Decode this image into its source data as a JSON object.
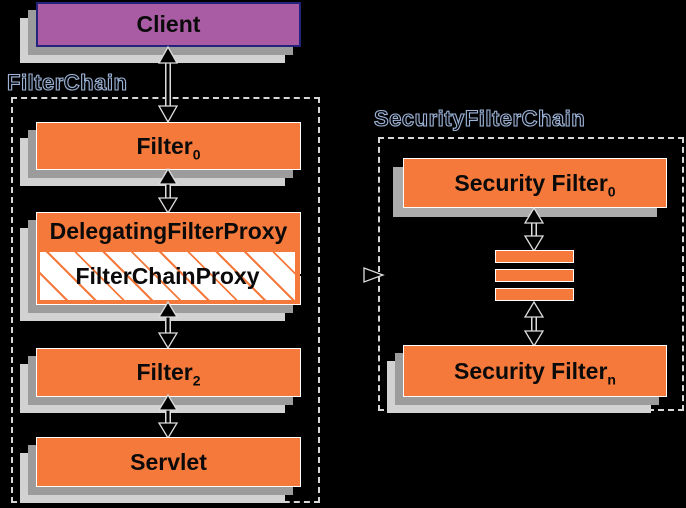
{
  "diagram": {
    "groups": {
      "filter_chain": {
        "title": "FilterChain"
      },
      "security_filter_chain": {
        "title": "SecurityFilterChain"
      }
    },
    "nodes": {
      "client": {
        "label": "Client"
      },
      "filter_0": {
        "label": "Filter",
        "sub": "0"
      },
      "delegating_filter_proxy": {
        "label": "DelegatingFilterProxy"
      },
      "filter_chain_proxy": {
        "label": "FilterChainProxy"
      },
      "filter_2": {
        "label": "Filter",
        "sub": "2"
      },
      "servlet": {
        "label": "Servlet"
      },
      "security_filter_0": {
        "label": "Security Filter",
        "sub": "0"
      },
      "security_filter_n": {
        "label": "Security Filter",
        "sub": "n"
      }
    },
    "connectors": {
      "ellipsis_bars_count": "3"
    },
    "colors": {
      "canvas_black": "#000000",
      "box_orange": "#F4793B",
      "client_purple": "#A95CA3",
      "client_border_navy": "#23237E",
      "shadow_dark": "#9C9C9C",
      "shadow_light": "#D2D2D2",
      "shadow_single": "#ABABAB",
      "dashed_border": "#D6D6D6",
      "label_text": "#0A0A0A",
      "hatch_background": "#FFFFFF",
      "title_outline": "#9DB4D6"
    }
  }
}
